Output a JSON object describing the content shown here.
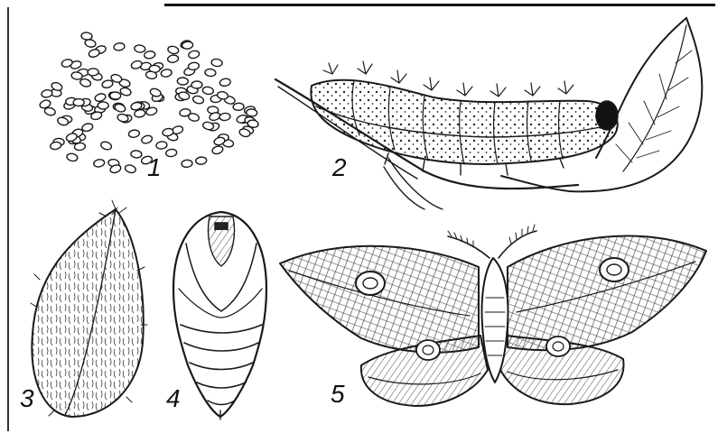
{
  "figure": {
    "labels": {
      "egg": "1",
      "caterpillar": "2",
      "cocoon": "3",
      "pupa": "4",
      "moth": "5"
    }
  }
}
